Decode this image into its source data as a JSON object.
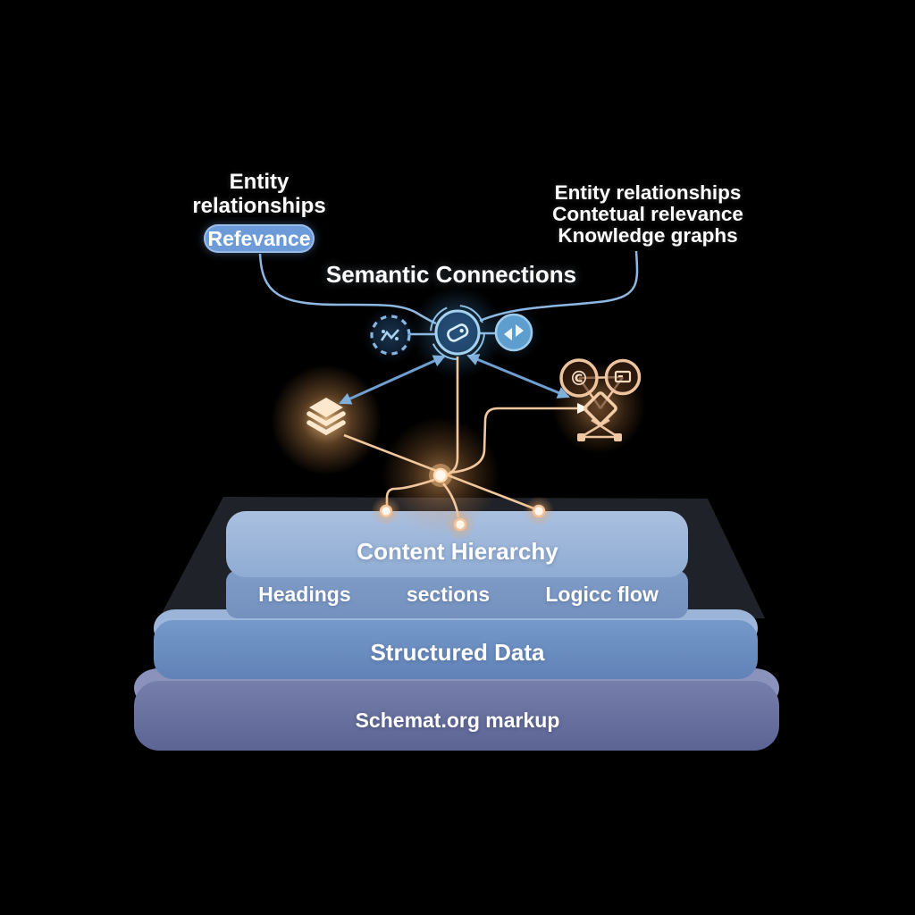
{
  "header": {
    "left_note": {
      "line1": "Entity",
      "line2": "relationships",
      "badge": "Refevance"
    },
    "right_note": {
      "line1": "Entity relationships",
      "line2": "Contetual relevance",
      "line3": "Knowledge graphs"
    },
    "title": "Semantic Connections"
  },
  "pyramid": {
    "top_layer": {
      "title": "Content Hierarchy",
      "items": [
        "Headings",
        "sections",
        "Logicc flow"
      ]
    },
    "middle_layer": {
      "title": "Structured Data"
    },
    "base_layer": {
      "title": "Schemat.org markup"
    }
  },
  "icons": {
    "blue": [
      "dashed-network-icon",
      "link-tag-icon",
      "swap-arrows-icon"
    ],
    "orange": [
      "layers-icon",
      "copyright-node-icon",
      "card-node-icon",
      "diamond-node-icon",
      "connector-node"
    ]
  },
  "colors": {
    "background": "#000000",
    "blue_line": "#8db8e2",
    "blue_icon": "#9ecbec",
    "orange_line": "#f2c79e",
    "badge_bg": "#6d9bd9",
    "layer_top_face": "#a9c2e3",
    "layer_band": "#7493c3",
    "layer_mid": "#7296c9",
    "layer_base": "#747cab",
    "glow_cyan": "#78c8ff",
    "glow_orange": "#f0a05a",
    "text": "#ffffff"
  }
}
